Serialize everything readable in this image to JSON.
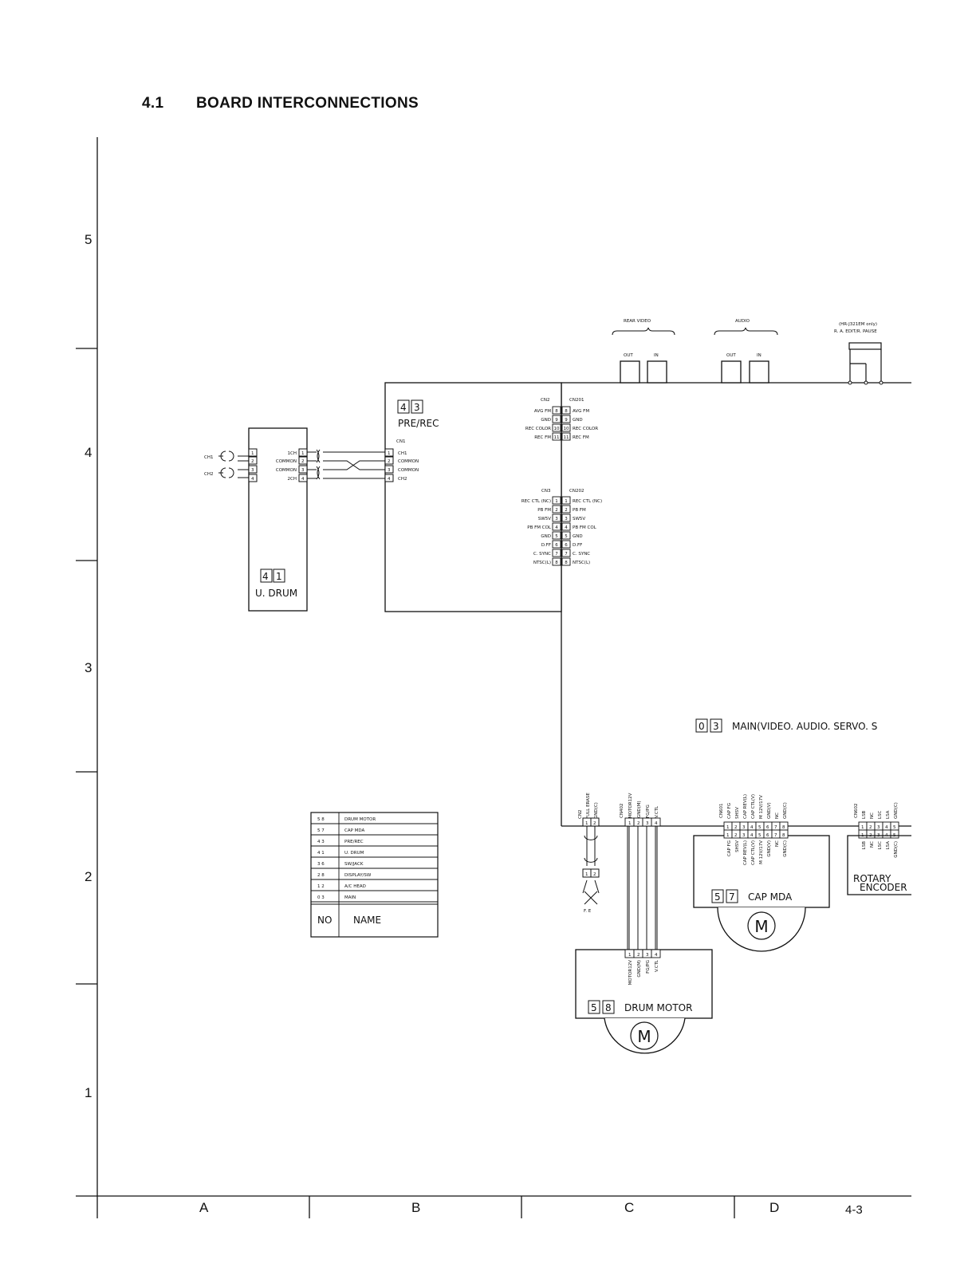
{
  "page": {
    "section": "4.1",
    "title": "BOARD INTERCONNECTIONS",
    "page_number": "4-3"
  },
  "grid": {
    "rows": [
      "5",
      "4",
      "3",
      "2",
      "1"
    ],
    "columns": [
      "A",
      "B",
      "C",
      "D"
    ]
  },
  "jacks": {
    "rear_video": "REAR VIDEO",
    "audio": "AUDIO",
    "out": "OUT",
    "in": "IN",
    "model_note": "(HR-J321EM only)",
    "edit_label": "R. A. EDIT/R. PAUSE"
  },
  "boards": {
    "udrum": {
      "no": [
        "4",
        "1"
      ],
      "name": "U. DRUM"
    },
    "prerec": {
      "no": [
        "4",
        "3"
      ],
      "name": "PRE/REC"
    },
    "main": {
      "no": [
        "0",
        "3"
      ],
      "name": "MAIN(VIDEO. AUDIO. SERVO. S"
    },
    "capmda": {
      "no": [
        "5",
        "7"
      ],
      "name": "CAP MDA"
    },
    "drummotor": {
      "no": [
        "5",
        "8"
      ],
      "name": "DRUM MOTOR"
    },
    "rotary": {
      "name_line1": "ROTARY",
      "name_line2": "ENCODER"
    }
  },
  "udrum_connector": {
    "ext": [
      "CH1",
      "CH2"
    ],
    "pins": [
      "1",
      "2",
      "3",
      "4"
    ],
    "signals": [
      "1CH",
      "COMMON",
      "COMMON",
      "2CH"
    ]
  },
  "cn1": {
    "name": "CN1",
    "pins": [
      "1",
      "2",
      "3",
      "4"
    ],
    "signals": [
      "CH1",
      "COMMON",
      "COMMON",
      "CH2"
    ]
  },
  "cn2": {
    "left_name": "CN2",
    "right_name": "CN201",
    "left": [
      "AVG FM",
      "GND",
      "REC COLOR",
      "REC FM"
    ],
    "pins": [
      "8",
      "9",
      "10",
      "11"
    ],
    "right": [
      "AVG FM",
      "GND",
      "REC COLOR",
      "REC FM"
    ]
  },
  "cn3": {
    "left_name": "CN3",
    "right_name": "CN202",
    "left": [
      "REC CTL (NC)",
      "PB FM",
      "SW5V",
      "PB FM COL",
      "GND",
      "D.FF",
      "C. SYNC",
      "NTSC(L)"
    ],
    "pins": [
      "1",
      "2",
      "3",
      "4",
      "5",
      "6",
      "7",
      "8"
    ],
    "right": [
      "REC CTL (NC)",
      "PB FM",
      "SW5V",
      "PB FM COL",
      "GND",
      "D.FF",
      "C. SYNC",
      "NTSC(L)"
    ]
  },
  "fe": {
    "connector": "CN2",
    "signals": [
      "FULL ERASE",
      "GND(C)"
    ],
    "pins": [
      "1",
      "2"
    ],
    "label": "F. E"
  },
  "cn402": {
    "name": "CN402",
    "signals": [
      "MOTOR12V",
      "GND(M)",
      "FG/PG",
      "V.CTL"
    ],
    "pins": [
      "1",
      "2",
      "3",
      "4"
    ]
  },
  "cn601": {
    "name": "CN601",
    "signals": [
      "CAP FG",
      "SHSV",
      "CAP REV(L)",
      "CAP CTL(V)",
      "M 12V/17V",
      "GND(V)",
      "NC",
      "GND(C)"
    ],
    "pins": [
      "1",
      "2",
      "3",
      "4",
      "5",
      "6",
      "7",
      "8"
    ]
  },
  "cn602": {
    "name": "CN602",
    "signals": [
      "LSB",
      "NC",
      "LSC",
      "LSA",
      "GND(C)"
    ],
    "pins": [
      "1",
      "2",
      "3",
      "4",
      "5"
    ]
  },
  "motor_symbol": "M",
  "parts_table": {
    "header_no": "NO",
    "header_name": "NAME",
    "rows": [
      {
        "no": "5 8",
        "name": "DRUM MOTOR"
      },
      {
        "no": "5 7",
        "name": "CAP MDA"
      },
      {
        "no": "4 3",
        "name": "PRE/REC"
      },
      {
        "no": "4 1",
        "name": "U. DRUM"
      },
      {
        "no": "3 6",
        "name": "SW/JACK"
      },
      {
        "no": "2 8",
        "name": "DISPLAY/SW"
      },
      {
        "no": "1 2",
        "name": "A/C HEAD"
      },
      {
        "no": "0 3",
        "name": "MAIN"
      }
    ]
  }
}
